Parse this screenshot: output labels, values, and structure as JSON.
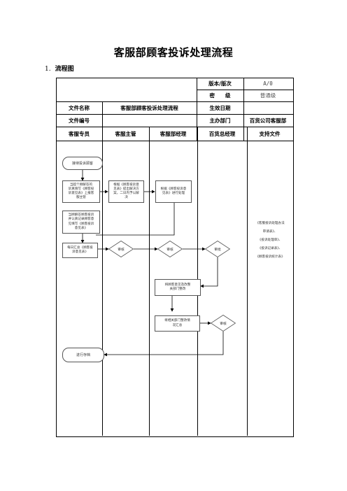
{
  "title": "客服部顾客投诉处理流程",
  "section": {
    "number": "1.",
    "label": "流程图"
  },
  "header": {
    "version_label": "版本/版次",
    "version_value": "A/0",
    "secrecy_label": "密　　级",
    "secrecy_value": "普通级",
    "file_name_label": "文件名称",
    "file_name_value": "客服部顾客投诉处理流程",
    "effective_date_label": "生效日期",
    "effective_date_value": "",
    "file_number_label": "文件编号",
    "file_number_value": "",
    "owner_dept_label": "主办部门",
    "owner_dept_value": "百货公司客服部"
  },
  "lanes": [
    "客服专员",
    "客服主管",
    "客服部经理",
    "百货总经理",
    "支持文件"
  ],
  "steps": {
    "start": "接待投诉顾客",
    "record": [
      "当超个顾解答的",
      "诉真填写《顾客投",
      "诉意见表》上报客",
      "服主管"
    ],
    "handle": [
      "根据《顾客投诉意",
      "见表》提出解决方",
      "案，二日内予以解",
      "决"
    ],
    "manager": [
      "根据《顾客投诉意",
      "见表》进行处理"
    ],
    "satisfied": [
      "当顾解答顾客投诉",
      "并认真记录顾客意",
      "见填写《顾客投诉",
      "意见表》"
    ],
    "summary": [
      "每日汇总《顾客投",
      "诉意见表》"
    ],
    "review1": "审核",
    "review2": "审核",
    "review3": "审批",
    "rectify": [
      "将顾客意见及改整",
      "关部门整改"
    ],
    "report": [
      "将相关部门整改情",
      "况汇总"
    ],
    "review4": "审核",
    "archive": "进行存档"
  },
  "support_docs": [
    "《客服投诉处理办法",
    "审请表》、",
    "《投诉处理单》、",
    "《投诉记录表》、",
    "《顾客投诉统计表》"
  ]
}
